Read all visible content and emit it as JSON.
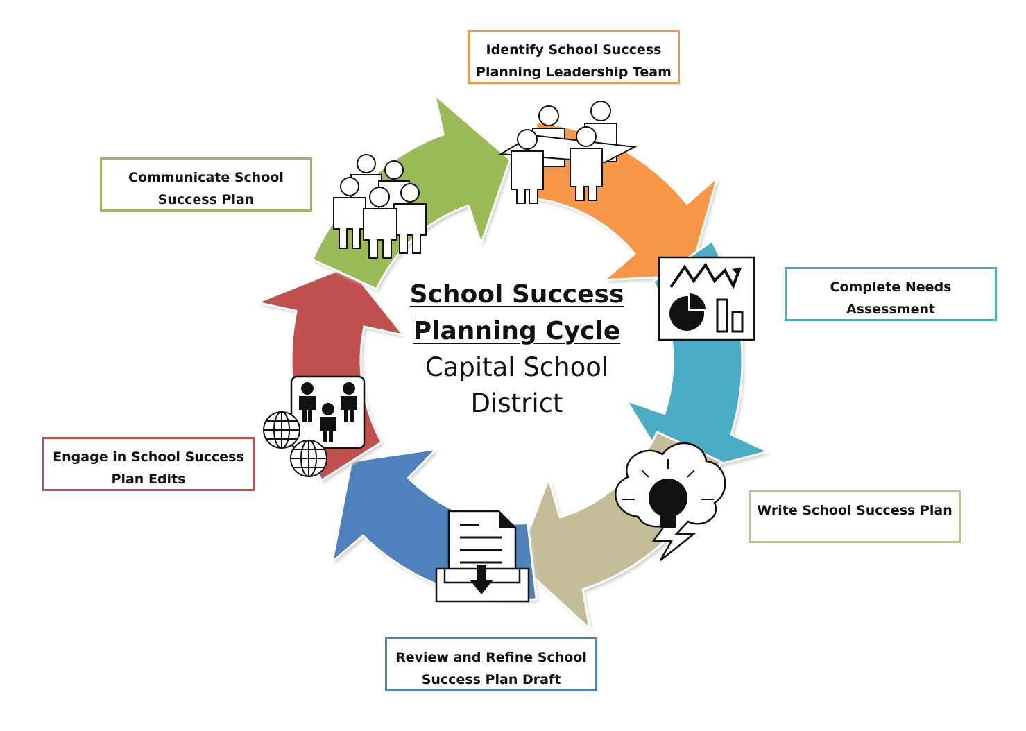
{
  "diagram": {
    "center": {
      "title": "School Success\nPlanning Cycle",
      "subtitle": "Capital School\nDistrict"
    },
    "steps": [
      {
        "label": "Identify School Success\nPlanning Leadership Team",
        "color": "#f79646",
        "icon": "meeting-table-icon"
      },
      {
        "label": "Complete Needs\nAssessment",
        "color": "#4bacc6",
        "icon": "analytics-chart-icon"
      },
      {
        "label": "Write School Success Plan",
        "color": "#c4bd97",
        "icon": "lightbulb-idea-icon"
      },
      {
        "label": "Review and Refine School\nSuccess Plan Draft",
        "color": "#4f81bd",
        "icon": "document-inbox-icon"
      },
      {
        "label": "Engage in School Success\nPlan Edits",
        "color": "#c0504d",
        "icon": "global-community-icon"
      },
      {
        "label": "Communicate School\nSuccess Plan",
        "color": "#9bbb59",
        "icon": "group-people-icon"
      }
    ]
  }
}
